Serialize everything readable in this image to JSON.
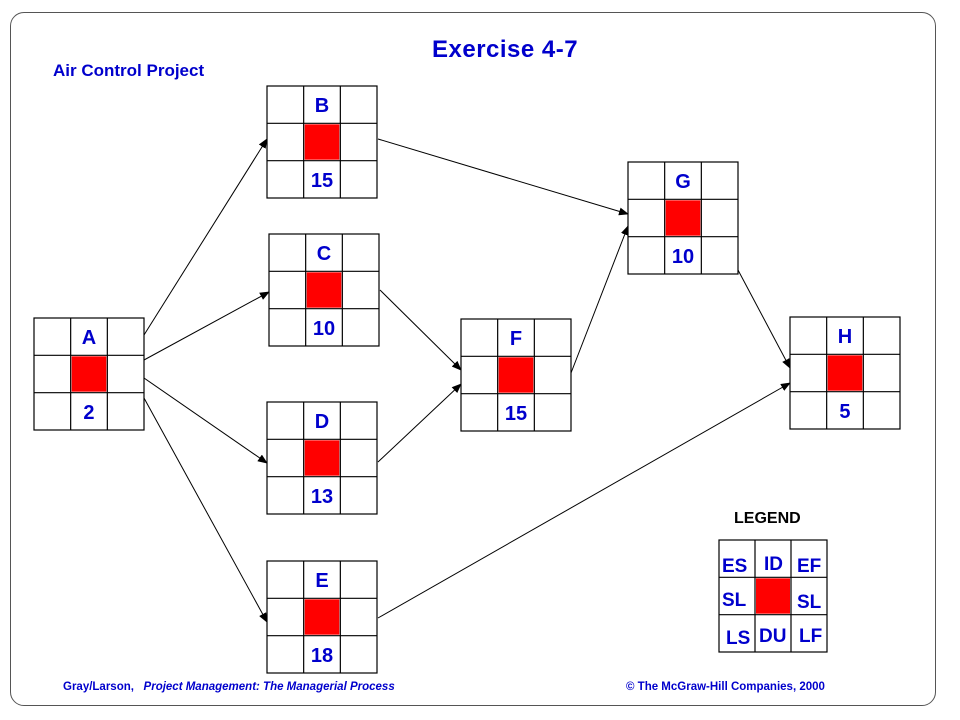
{
  "title": "Exercise 4-7",
  "subtitle": "Air Control Project",
  "nodes": [
    {
      "id": "A",
      "duration": "2"
    },
    {
      "id": "B",
      "duration": "15"
    },
    {
      "id": "C",
      "duration": "10"
    },
    {
      "id": "D",
      "duration": "13"
    },
    {
      "id": "E",
      "duration": "18"
    },
    {
      "id": "F",
      "duration": "15"
    },
    {
      "id": "G",
      "duration": "10"
    },
    {
      "id": "H",
      "duration": "5"
    }
  ],
  "edges": [
    {
      "from": "A",
      "to": "B"
    },
    {
      "from": "A",
      "to": "C"
    },
    {
      "from": "A",
      "to": "D"
    },
    {
      "from": "A",
      "to": "E"
    },
    {
      "from": "B",
      "to": "G"
    },
    {
      "from": "C",
      "to": "F"
    },
    {
      "from": "D",
      "to": "F"
    },
    {
      "from": "F",
      "to": "G"
    },
    {
      "from": "G",
      "to": "H"
    },
    {
      "from": "E",
      "to": "H"
    }
  ],
  "legend": {
    "title": "LEGEND",
    "es": "ES",
    "id": "ID",
    "ef": "EF",
    "sl_left": "SL",
    "sl_right": "SL",
    "ls": "LS",
    "du": "DU",
    "lf": "LF"
  },
  "colors": {
    "text": "#0000cc",
    "critical_fill": "#ff0000",
    "grid": "#000000"
  },
  "footer": {
    "authors": "Gray/Larson,",
    "book": "Project Management:  The Managerial Process",
    "copyright": "© The McGraw-Hill Companies, 2000"
  }
}
